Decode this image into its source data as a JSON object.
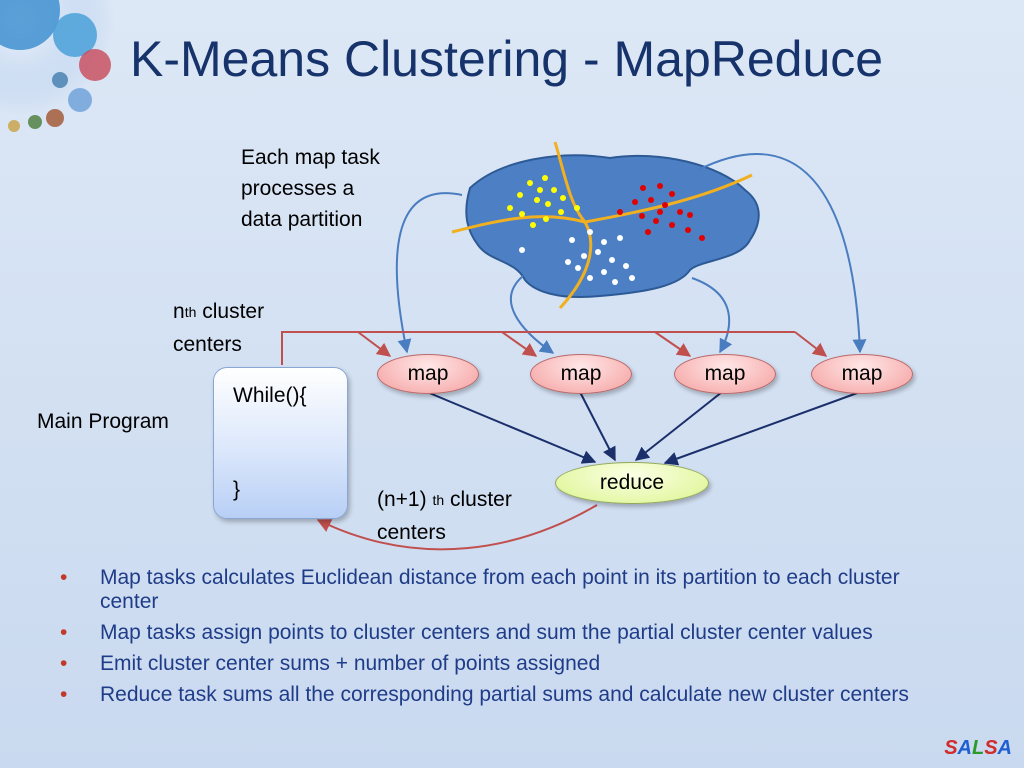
{
  "title": "K-Means Clustering - MapReduce",
  "labels": {
    "each_map": [
      "Each map task",
      "processes a",
      "data partition"
    ],
    "nth_n": "n",
    "nth_sub": "th",
    "nth_rest": "cluster",
    "nth_line2": "centers",
    "main_program": "Main Program",
    "n1_a": "(n+1)",
    "n1_sub": "th",
    "n1_rest": "cluster",
    "n1_line2": "centers"
  },
  "main_box": {
    "open": "While(){",
    "close": "}"
  },
  "nodes": {
    "maps": [
      "map",
      "map",
      "map",
      "map"
    ],
    "reduce": "reduce"
  },
  "bullets": [
    "Map tasks calculates Euclidean distance from each point in its partition to each cluster center",
    "Map tasks assign points to cluster centers and sum the partial cluster center values",
    "Emit cluster center sums + number of points assigned",
    "Reduce task sums all the corresponding partial sums and calculate new cluster centers"
  ],
  "bullet_marker": "•",
  "logo": {
    "letters": [
      "S",
      "A",
      "L",
      "S",
      "A"
    ],
    "colors": [
      "#d12b2b",
      "#1f5fd1",
      "#2b9a2b",
      "#d12b2b",
      "#1f5fd1"
    ]
  },
  "colors": {
    "title": "#17336b",
    "bullet_text": "#1f3c88",
    "blob": "#4d7fc4",
    "cluster_yellow": "#ffff00",
    "cluster_red": "#e00000",
    "cluster_white": "#ffffff",
    "boundary": "#f0b020",
    "red_arrow": "#c0504d",
    "blue_arrow": "#4a7cc0",
    "navy_arrow": "#1b2f6b"
  }
}
